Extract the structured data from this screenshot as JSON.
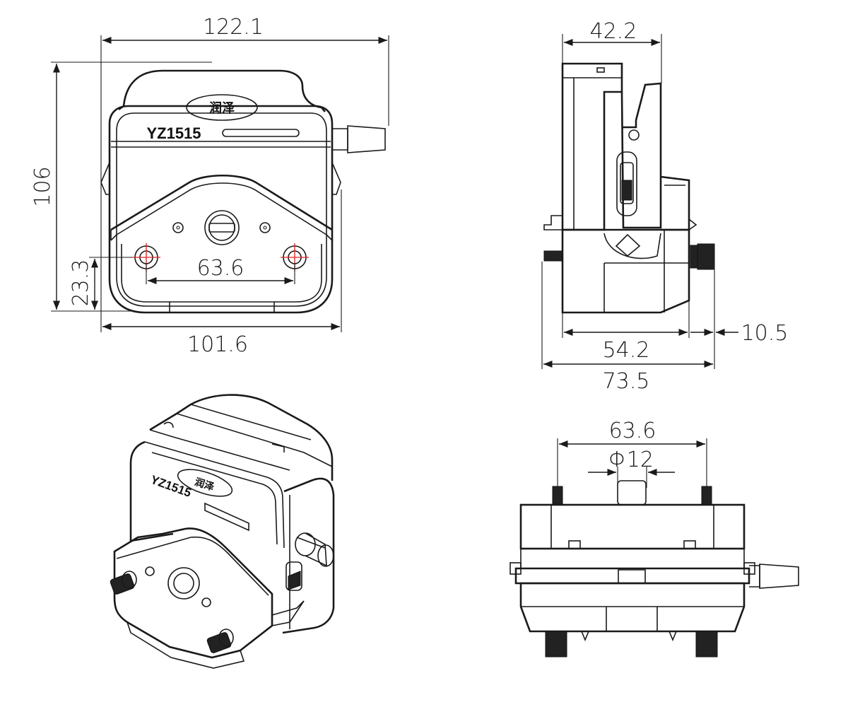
{
  "front_view": {
    "model": "YZ1515",
    "brand": "润泽",
    "dim_total_width": "122.1",
    "dim_height": "106",
    "dim_base_width": "101.6",
    "dim_hole_spacing": "63.6",
    "dim_hole_height": "23.3"
  },
  "side_view": {
    "dim_top": "42.2",
    "dim_shaft": "10.5",
    "dim_body": "54.2",
    "dim_total": "73.5"
  },
  "iso_view": {
    "model": "YZ1515",
    "brand": "润泽"
  },
  "bottom_view": {
    "dim_spacing": "63.6",
    "dim_shaft_diameter": "Φ12"
  },
  "colors": {
    "line": "#1a1a1a",
    "centerline": "#e02020"
  }
}
